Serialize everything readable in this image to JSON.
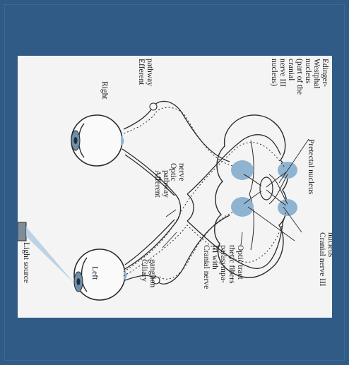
{
  "labels": {
    "edinger": [
      "Edinger-",
      "Westphal",
      "nucleus",
      "(part of the",
      "cranial",
      "nerve III",
      "nucleus)"
    ],
    "pretectal": "Pretectal nucleus",
    "cn3_nucleus": [
      "Cranial nerve III",
      "nucleus"
    ],
    "efferent": [
      "Efferent",
      "pathway"
    ],
    "right": "Right",
    "optic_nerve": [
      "Optic",
      "nerve"
    ],
    "afferent": [
      "Afferent",
      "pathway"
    ],
    "optic_tract": "Optic tract",
    "cn3_fibers": [
      "Cranial nerve",
      "III with",
      "parasympa-",
      "thetic fibers"
    ],
    "ciliary": [
      "Ciliary",
      "ganglion"
    ],
    "left": "Left",
    "light_source": "Light source"
  },
  "colors": {
    "background": "#2f5b86",
    "figure": "#f4f4f4",
    "nucleus_fill": "#8fb4d2",
    "line": "#2a2a2a"
  }
}
